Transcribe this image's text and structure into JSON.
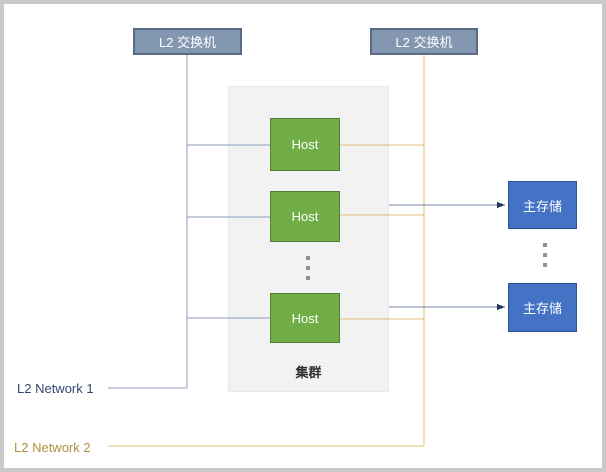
{
  "diagram": {
    "switches": [
      {
        "label": "L2 交换机"
      },
      {
        "label": "L2 交换机"
      }
    ],
    "cluster": {
      "label": "集群"
    },
    "hosts": [
      {
        "label": "Host"
      },
      {
        "label": "Host"
      },
      {
        "label": "Host"
      }
    ],
    "storages": [
      {
        "label": "主存储"
      },
      {
        "label": "主存储"
      }
    ],
    "network_labels": [
      {
        "label": "L2 Network 1"
      },
      {
        "label": "L2 Network 2"
      }
    ],
    "icons": {
      "hosts_more": "vertical-ellipsis",
      "storages_more": "vertical-ellipsis"
    }
  },
  "colors": {
    "switch-fill": "#8497B0",
    "switch-border": "#5A6B87",
    "host-fill": "#70AD47",
    "host-border": "#507E32",
    "storage-fill": "#4472C4",
    "storage-border": "#2F5597",
    "cluster-fill": "#F2F2F2",
    "cluster-border": "#E7E7E7",
    "cluster-text": "#303030",
    "network1-line": "#8C9DB9",
    "network2-line": "#E0BE7A",
    "arrow-line": "#7589AD",
    "arrow-head": "#24375E",
    "network1-text": "#33486E",
    "network2-text": "#B08F3E",
    "frame": "#C9C9C9",
    "dot": "#8F8F8F"
  }
}
